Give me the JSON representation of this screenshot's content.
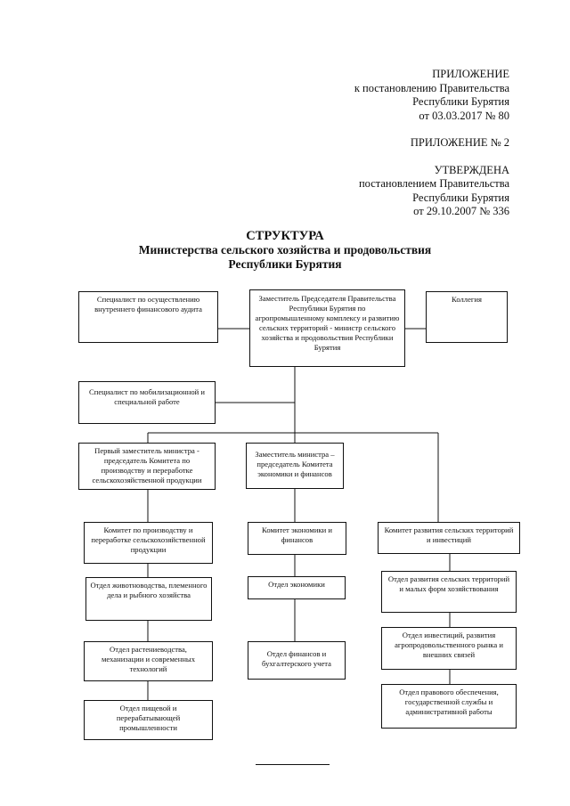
{
  "header": {
    "appendix_title": "ПРИЛОЖЕНИЕ",
    "appendix_line1": "к постановлению Правительства",
    "appendix_line2": "Республики Бурятия",
    "appendix_line3": "от 03.03.2017  № 80",
    "appendix2": "ПРИЛОЖЕНИЕ № 2",
    "approved_title": "УТВЕРЖДЕНА",
    "approved_line1": "постановлением Правительства",
    "approved_line2": "Республики Бурятия",
    "approved_line3": "от 29.10.2007 № 336"
  },
  "title": {
    "line1": "СТРУКТУРА",
    "line2": "Министерства сельского хозяйства и продовольствия",
    "line3": "Республики Бурятия"
  },
  "org": {
    "auditor": "Специалист по осуществлению внутреннего финансового аудита",
    "minister": "Заместитель Председателя Правительства Республики Бурятия по агропромышленному комплексу и развитию сельских территорий - министр сельского хозяйства и продовольствия Республики Бурятия",
    "collegium": "Коллегия",
    "mobilization": "Специалист по мобилизационной и специальной работе",
    "first_deputy": "Первый заместитель министра - председатель Комитета по производству и переработке сельскохозяйственной продукции",
    "deputy_econ": "Заместитель министра – председатель Комитета экономики и финансов",
    "committee_production": "Комитет по производству и переработке сельскохозяйственной продукции",
    "committee_econ": "Комитет экономики и финансов",
    "committee_rural": "Комитет развития сельских территорий и инвестиций",
    "dept_livestock": "Отдел животноводства, племенного дела и рыбного хозяйства",
    "dept_crop": "Отдел растениеводства, механизации и современных технологий",
    "dept_food": "Отдел пищевой и перерабатывающей промышленности",
    "dept_economy": "Отдел экономики",
    "dept_finance": "Отдел финансов и бухгалтерского учета",
    "dept_rural_dev": "Отдел развития сельских территорий и малых форм хозяйствования",
    "dept_investment": "Отдел инвестиций, развития агропродовольственного рынка и внешних связей",
    "dept_legal": "Отдел правового обеспечения, государственной службы и административной работы"
  }
}
